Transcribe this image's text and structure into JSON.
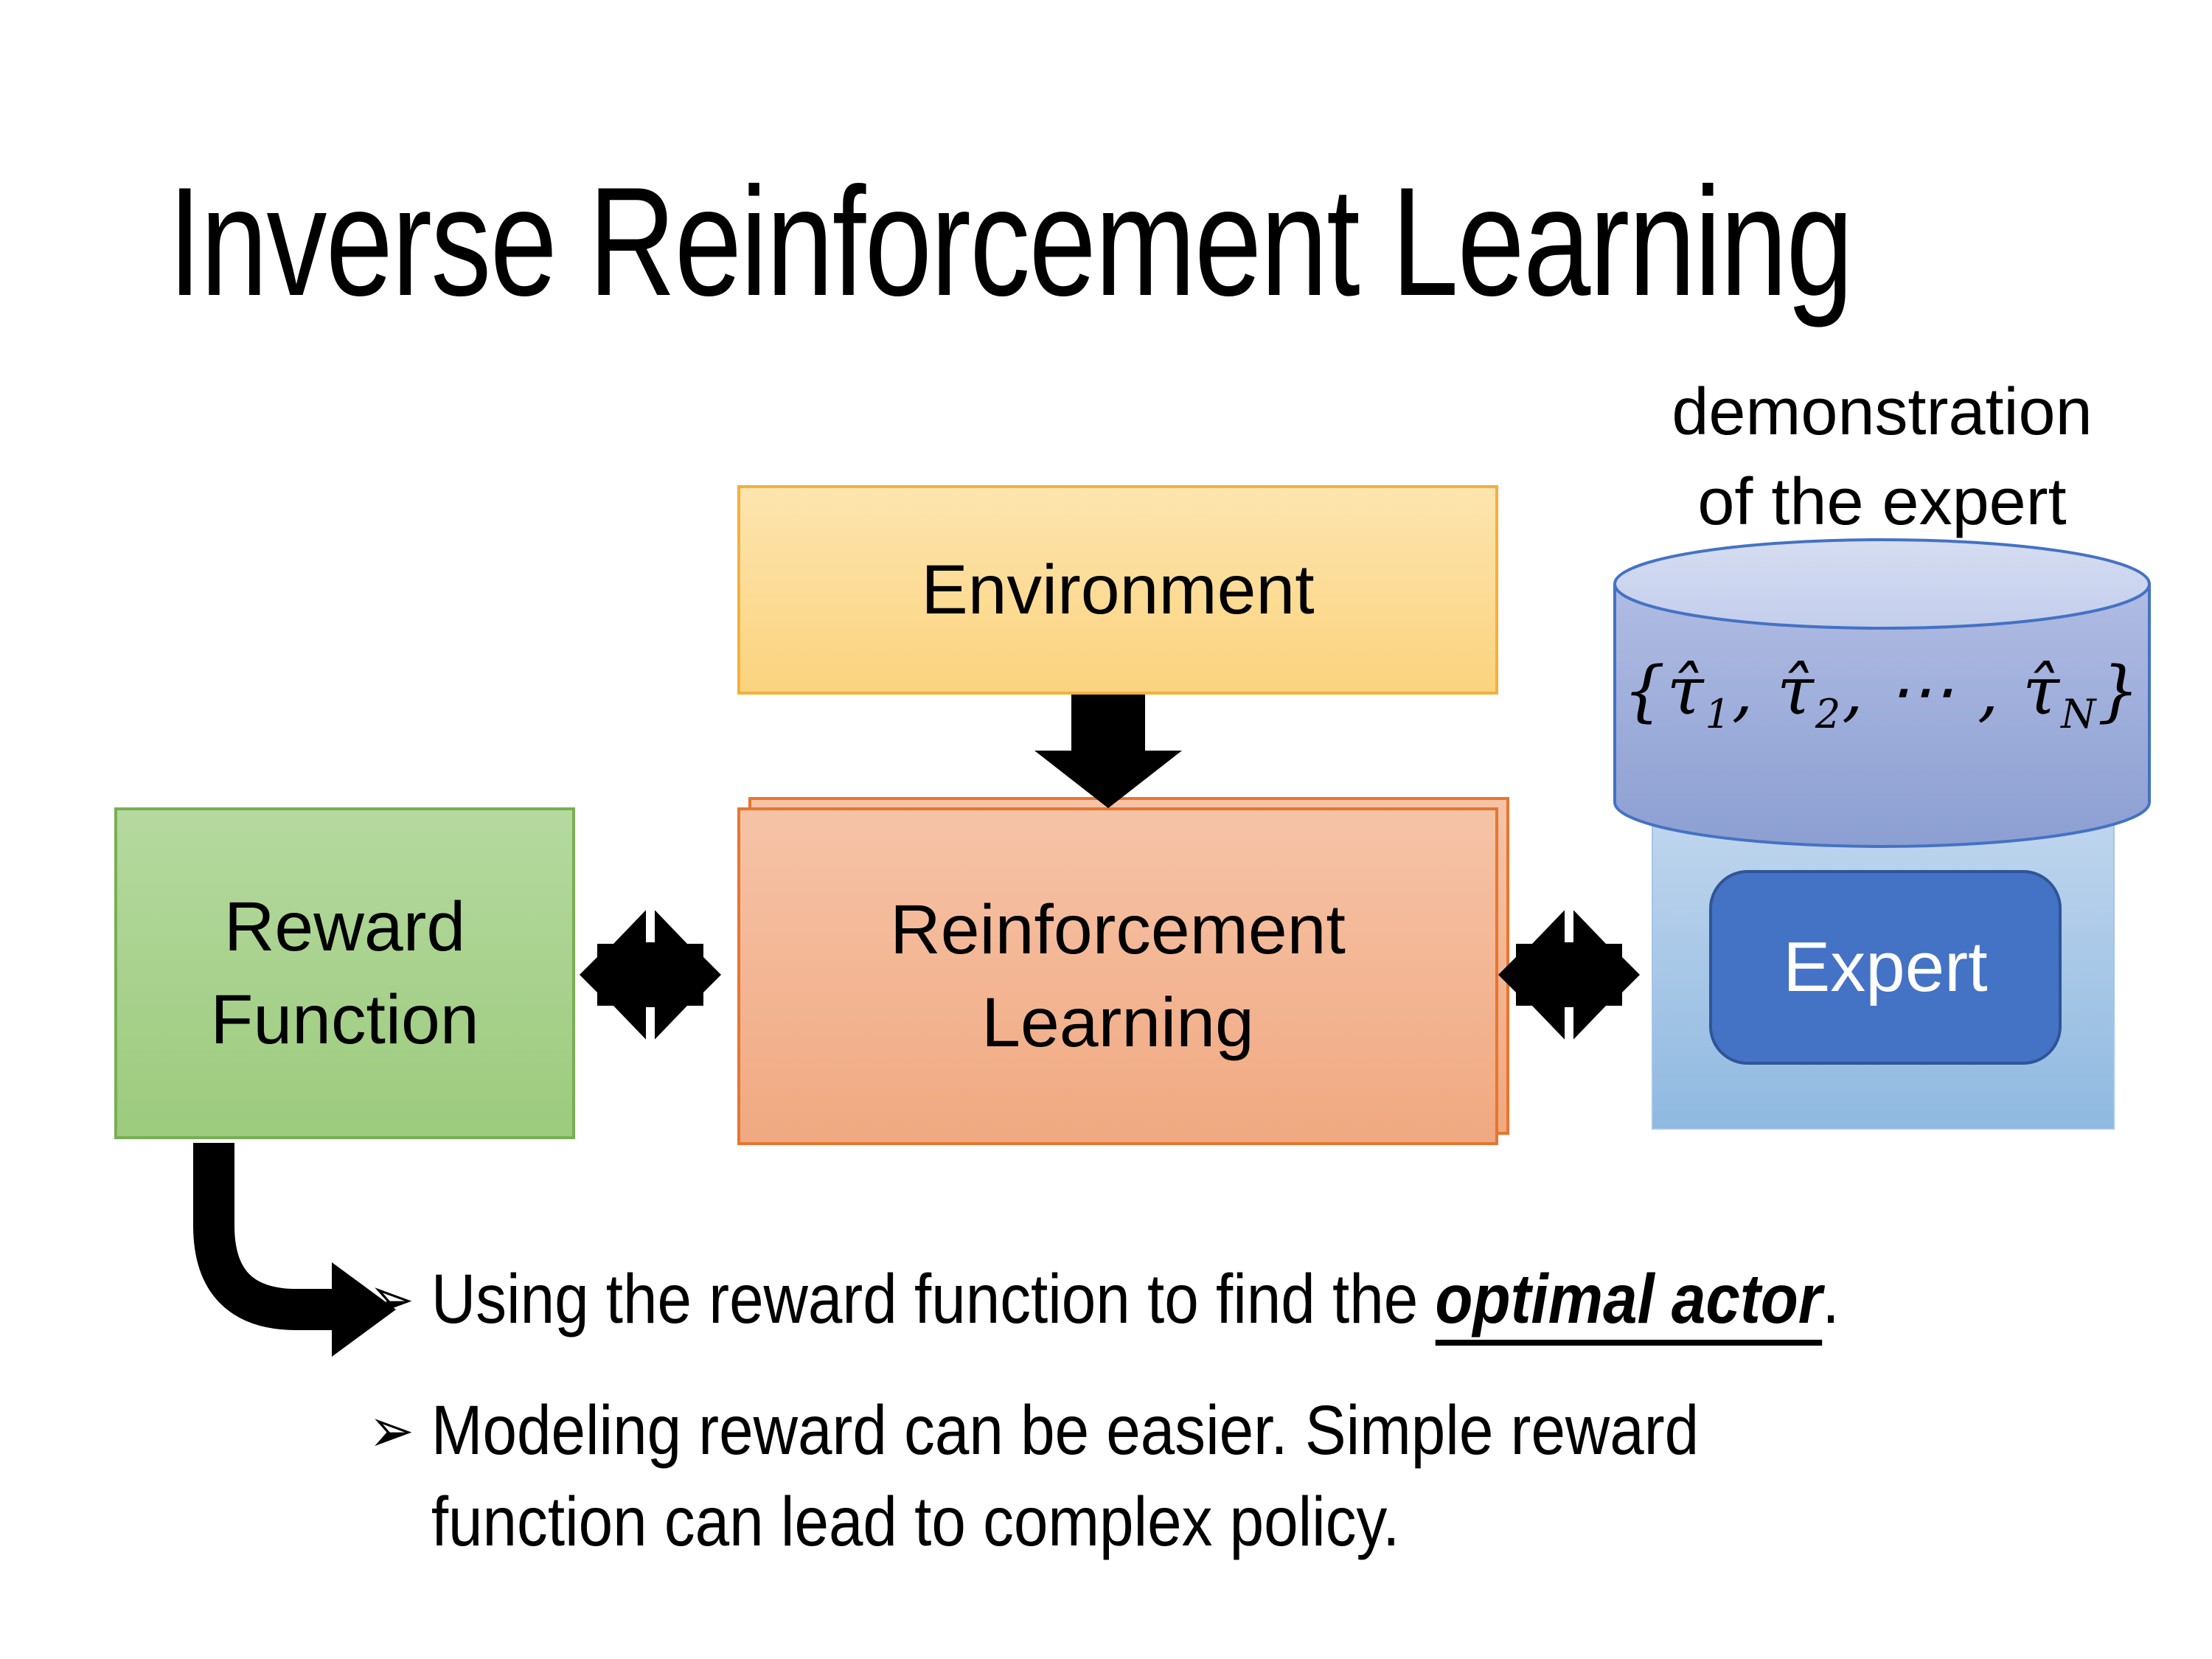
{
  "slide": {
    "title": "Inverse Reinforcement Learning",
    "background_color": "#FFFFFF",
    "text_color": "#000000"
  },
  "diagram": {
    "demo_label": {
      "line1": "demonstration",
      "line2": "of the expert"
    },
    "environment": {
      "label": "Environment",
      "fill_top": "#FDE5AF",
      "fill_bottom": "#FBD37E",
      "border": "#F2B13C"
    },
    "reward_function": {
      "line1": "Reward",
      "line2": "Function",
      "fill_top": "#B5D99F",
      "fill_bottom": "#9CCB7D",
      "border": "#79AE54"
    },
    "reinforcement_learning": {
      "line1": "Reinforcement",
      "line2": "Learning",
      "fill_top": "#F6C3A7",
      "fill_bottom": "#F0A981",
      "border": "#E8752E"
    },
    "expert": {
      "label": "Expert",
      "fill": "#4472C4",
      "border": "#2F5597",
      "text_color": "#FFFFFF",
      "container_fill_top": "#C0D6EE",
      "container_fill_bottom": "#8FB9E0"
    },
    "demonstration_database": {
      "body_fill": "#97A8D8",
      "top_fill": "#D0D8F0",
      "stroke": "#4472C4",
      "formula": {
        "open": "{",
        "tau1": "τ̂",
        "sub1": "1",
        "sep1": ", ",
        "tau2": "τ̂",
        "sub2": "2",
        "sep2": ", ⋯ , ",
        "tauN": "τ̂",
        "subN": "N",
        "close": "}"
      }
    },
    "arrow_color": "#000000",
    "arrows": [
      "environment-to-reinforcement-learning",
      "reward-function-to-reinforcement-learning-double",
      "reinforcement-learning-to-expert-double",
      "reward-function-to-bullets-elbow"
    ]
  },
  "bullets": [
    {
      "marker": "➢",
      "prefix": "Using the reward function to find the ",
      "emphasis": "optimal actor",
      "suffix": "."
    },
    {
      "marker": "➢",
      "line1": "Modeling reward can be easier. Simple reward",
      "line2": "function can lead to complex policy."
    }
  ]
}
